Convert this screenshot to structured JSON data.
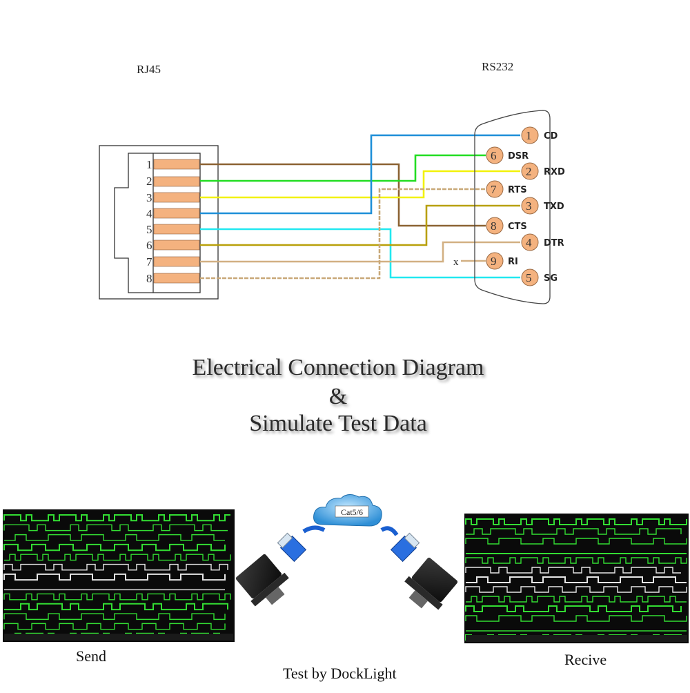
{
  "rj45_label": "RJ45",
  "rs232_label": "RS232",
  "rj45_pins": [
    "1",
    "2",
    "3",
    "4",
    "5",
    "6",
    "7",
    "8"
  ],
  "db9_pins": [
    {
      "num": "1",
      "name": "CD"
    },
    {
      "num": "6",
      "name": "DSR"
    },
    {
      "num": "2",
      "name": "RXD"
    },
    {
      "num": "7",
      "name": "RTS"
    },
    {
      "num": "3",
      "name": "TXD"
    },
    {
      "num": "8",
      "name": "CTS"
    },
    {
      "num": "4",
      "name": "DTR"
    },
    {
      "num": "9",
      "name": "RI"
    },
    {
      "num": "5",
      "name": "SG"
    }
  ],
  "unconnected_mark": "x",
  "title": {
    "line1": "Electrical Connection Diagram",
    "line2": "&",
    "line3": "Simulate Test Data"
  },
  "cloud_label": "Cat5/6",
  "send_label": "Send",
  "receive_label": "Recive",
  "test_label": "Test by DockLight",
  "wire_colors": {
    "brown": "#8B6232",
    "green": "#22DD22",
    "yellow": "#F2F20A",
    "blue": "#1E8FD8",
    "cyan": "#22E8F0",
    "olive": "#B8A00A",
    "tan": "#D2B083",
    "tan_dashed": "#C8A878"
  },
  "pin_fill": "#F4B27F",
  "scope_bg": "#0a0a0a",
  "scope_signal": "#33DD33"
}
